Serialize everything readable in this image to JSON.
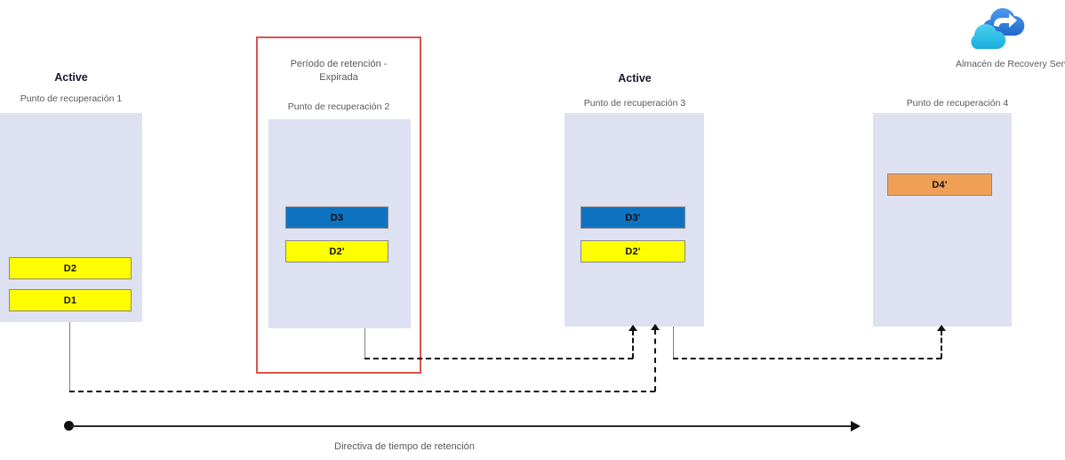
{
  "diagram": {
    "title_label": "Directiva de tiempo de retención",
    "colors": {
      "panel": "#dde1f2",
      "expired_frame": "#d9534f",
      "chip_yellow": "#ffff00",
      "chip_blue": "#0f72c0",
      "chip_orange": "#f0a055",
      "connector": "#111111",
      "solid_connector": "#808080",
      "text": "#58595b"
    }
  },
  "vault": {
    "caption": "Almacén de Recovery Servi",
    "icon": "cloud-backup-icon"
  },
  "columns": [
    {
      "id": "rp1",
      "status_label": "Active",
      "status_visible": true,
      "expired_label": "",
      "expired_visible": false,
      "caption": "Punto de recuperación 1",
      "chips": [
        {
          "label": "D2",
          "color": "yellow"
        },
        {
          "label": "D1",
          "color": "yellow"
        }
      ]
    },
    {
      "id": "rp2",
      "status_label": "",
      "status_visible": false,
      "expired_label": "Período de retención -\nExpirada",
      "expired_line1": "Período de retención -",
      "expired_line2": "Expirada",
      "expired_visible": true,
      "caption": "Punto de recuperación 2",
      "chips": [
        {
          "label": "D3",
          "color": "blue"
        },
        {
          "label": "D2'",
          "color": "yellow"
        }
      ]
    },
    {
      "id": "rp3",
      "status_label": "Active",
      "status_visible": true,
      "expired_label": "",
      "expired_visible": false,
      "caption": "Punto de recuperación 3",
      "chips": [
        {
          "label": "D3'",
          "color": "blue"
        },
        {
          "label": "D2'",
          "color": "yellow"
        }
      ]
    },
    {
      "id": "rp4",
      "status_label": "",
      "status_visible": false,
      "expired_label": "",
      "expired_visible": false,
      "caption": "Punto de recuperación 4",
      "chips": [
        {
          "label": "D4'",
          "color": "orange"
        }
      ]
    }
  ]
}
